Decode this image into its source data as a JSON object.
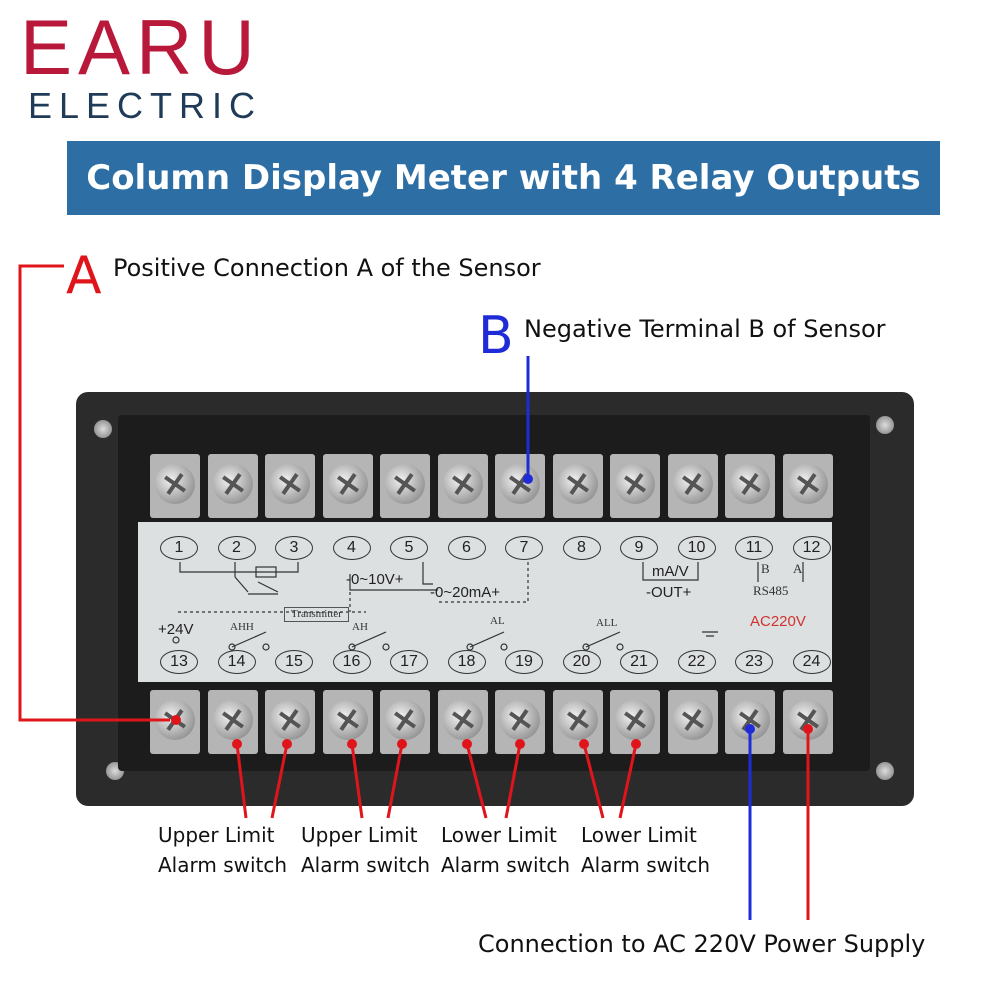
{
  "brand": {
    "name": "EARU",
    "sub": "ELECTRIC"
  },
  "title": "Column Display Meter with 4 Relay Outputs",
  "callouts": {
    "a_letter": "A",
    "a_text": "Positive Connection A of the Sensor",
    "b_letter": "B",
    "b_text": "Negative Terminal B of Sensor",
    "power_text": "Connection to AC 220V Power Supply"
  },
  "alarms": [
    {
      "line1": "Upper Limit",
      "line2": "Alarm switch"
    },
    {
      "line1": "Upper Limit",
      "line2": "Alarm switch"
    },
    {
      "line1": "Lower Limit",
      "line2": "Alarm switch"
    },
    {
      "line1": "Lower Limit",
      "line2": "Alarm switch"
    }
  ],
  "plate": {
    "top_terminals": [
      "1",
      "2",
      "3",
      "4",
      "5",
      "6",
      "7",
      "8",
      "9",
      "10",
      "11",
      "12"
    ],
    "bottom_terminals": [
      "13",
      "14",
      "15",
      "16",
      "17",
      "18",
      "19",
      "20",
      "21",
      "22",
      "23",
      "24"
    ],
    "v_range": "-0~10V+",
    "ma_range": "-0~20mA+",
    "transmitter": "Transmitter",
    "ma_v": "mA/V",
    "out": "-OUT+",
    "rs485_b": "B",
    "rs485_a": "A",
    "rs485": "RS485",
    "plus24v": "+24V",
    "ahh": "AHH",
    "ah": "AH",
    "al": "AL",
    "all": "ALL",
    "ac220v": "AC220V"
  },
  "colors": {
    "red": "#e0151b",
    "blue": "#1f2bd6",
    "banner": "#2d6fa5",
    "brand": "#b8193a"
  }
}
